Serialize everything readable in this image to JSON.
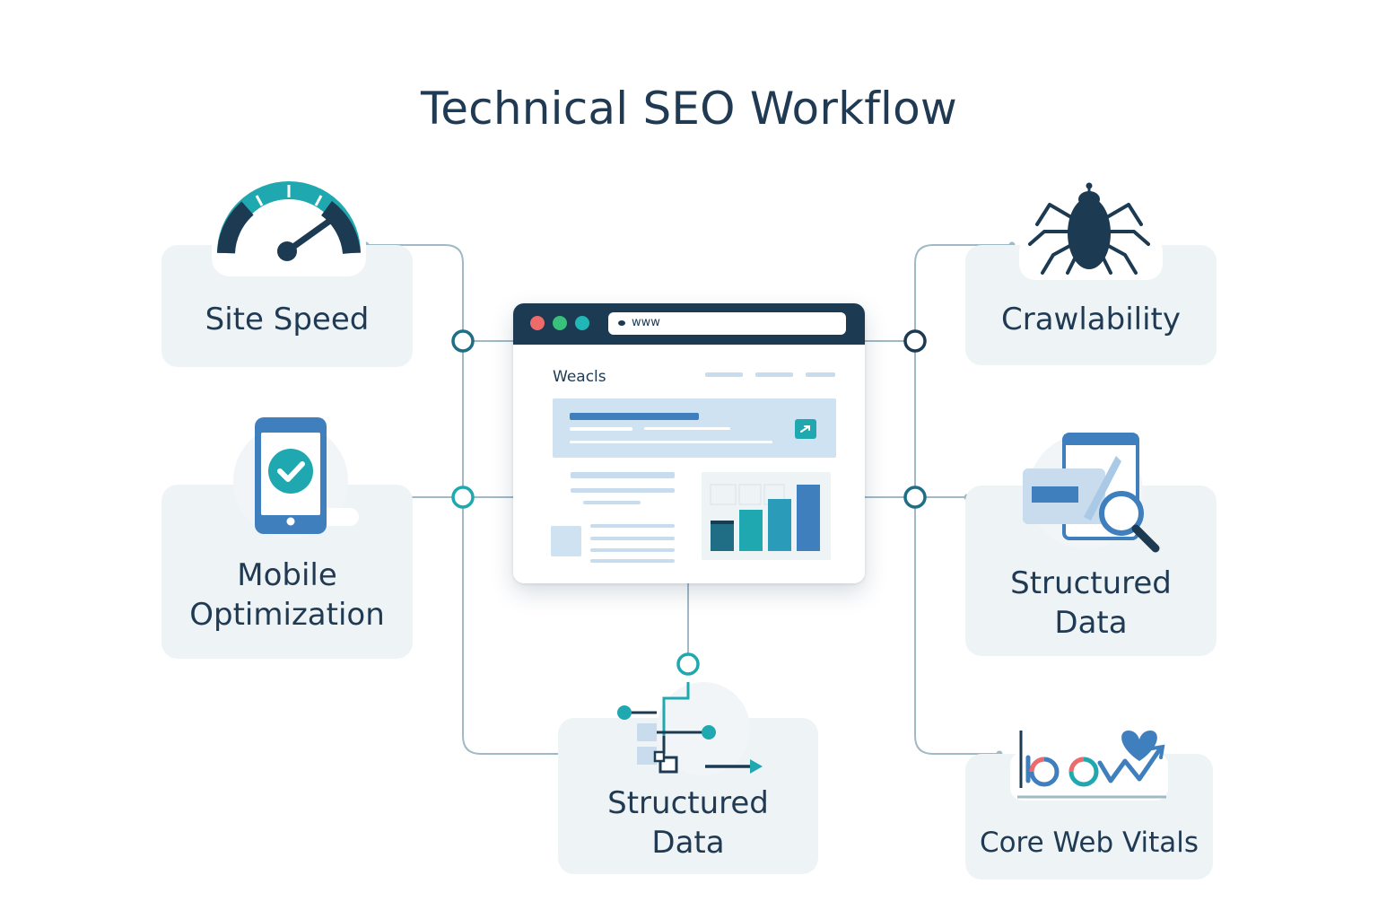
{
  "title": "Technical SEO Workflow",
  "nodes": {
    "site_speed": {
      "label": "Site Speed"
    },
    "mobile_optimization": {
      "label_line1": "Mobile",
      "label_line2": "Optimization"
    },
    "structured_data_bottom": {
      "label_line1": "Structured",
      "label_line2": "Data"
    },
    "crawlability": {
      "label": "Crawlability"
    },
    "structured_data_right": {
      "label_line1": "Structured",
      "label_line2": "Data"
    },
    "core_web_vitals": {
      "label": "Core Web Vitals"
    }
  },
  "browser": {
    "url": "www",
    "site_name": "Weacls"
  },
  "colors": {
    "navy": "#1c3a52",
    "teal": "#1fa8b0",
    "blue": "#3f7fbe",
    "card_bg": "#eef3f6",
    "connector": "#9fb9c6",
    "dot_red": "#ef6b6b",
    "dot_green": "#39c07a",
    "dot_teal": "#22b7b7"
  },
  "icons": [
    "speedometer-icon",
    "smartphone-check-icon",
    "spider-icon",
    "card-magnifier-icon",
    "flow-diagram-icon",
    "web-vitals-heart-icon"
  ]
}
